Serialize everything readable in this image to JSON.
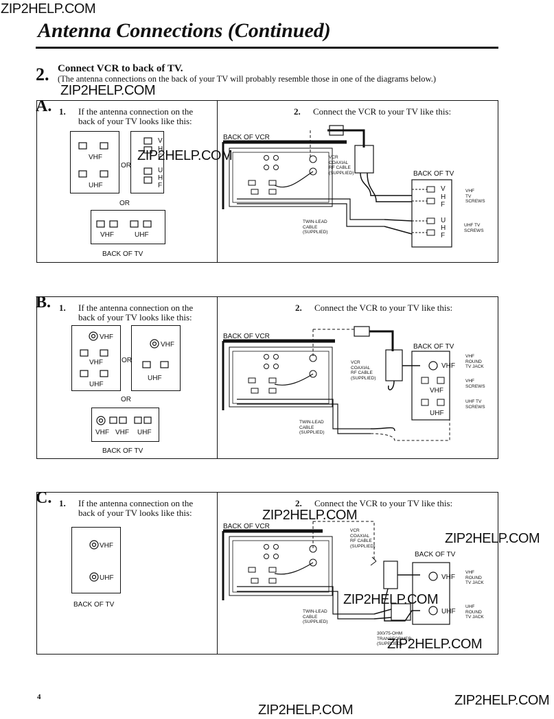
{
  "watermark": "ZIP2HELP.COM",
  "page_title": "Antenna Connections (Continued)",
  "step": {
    "number": "2.",
    "heading": "Connect VCR to back of TV.",
    "subtext": "(The antenna connections on the back of your TV will probably resemble those in one of the diagrams below.)"
  },
  "common": {
    "left_step": "1.",
    "left_text_1": "If the antenna connection on the",
    "left_text_2": "back of your TV looks like this:",
    "right_step": "2.",
    "right_text": "Connect the VCR to your TV like this:",
    "back_of_vcr": "BACK OF VCR",
    "back_of_tv": "BACK OF TV",
    "or": "OR",
    "vhf": "VHF",
    "uhf": "UHF",
    "vcr_cable_1": "VCR",
    "vcr_cable_2": "COAXIAL",
    "vcr_cable_3": "RF CABLE",
    "vcr_cable_4": "(SUPPLIED)",
    "twin_1": "TWIN-LEAD",
    "twin_2": "CABLE",
    "twin_3": "(SUPPLIED)",
    "vhf_round_1": "VHF",
    "vhf_round_2": "ROUND",
    "vhf_round_3": "TV JACK",
    "uhf_round_1": "UHF",
    "uhf_round_2": "ROUND",
    "uhf_round_3": "TV JACK",
    "vhf_screws_1": "VHF",
    "vhf_screws_2": "TV",
    "vhf_screws_3": "SCREWS",
    "uhf_screws_1": "UHF TV",
    "uhf_screws_2": "SCREWS",
    "transformer_1": "300/75-OHM",
    "transformer_2": "TRANSFORMER",
    "transformer_3": "(SUPPLIED)",
    "v": "V",
    "h": "H",
    "f": "F",
    "u": "U"
  },
  "panels": {
    "a": {
      "letter": "A."
    },
    "b": {
      "letter": "B."
    },
    "c": {
      "letter": "C."
    }
  },
  "page_number": "4"
}
